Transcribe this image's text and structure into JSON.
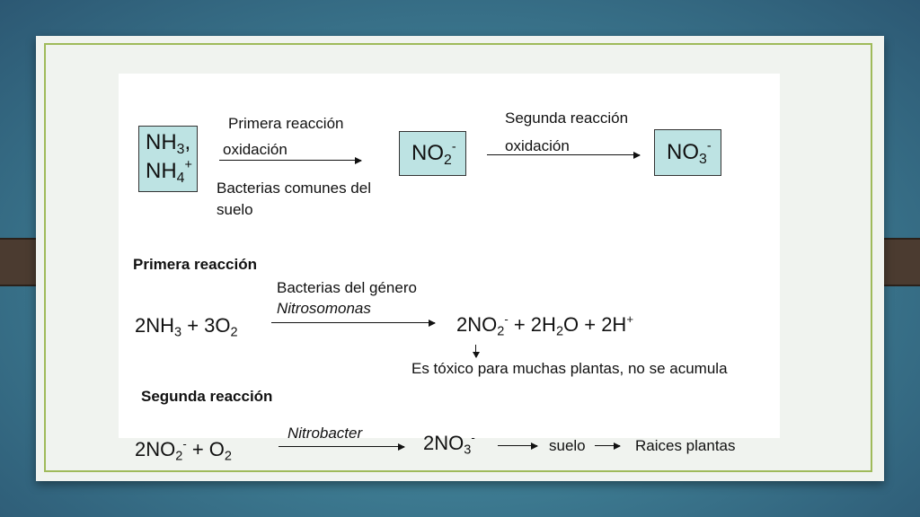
{
  "top_row": {
    "box1": {
      "line1_base": "NH",
      "line1_sub": "3",
      "line1_suffix": ",",
      "line2_base": "NH",
      "line2_sub": "4",
      "line2_sup": "+"
    },
    "step1": {
      "title": "Primera reacción",
      "label": "oxidación",
      "note_line1": "Bacterias comunes del",
      "note_line2": "suelo"
    },
    "box2": {
      "base": "NO",
      "sub": "2",
      "sup": "-"
    },
    "step2": {
      "title": "Segunda reacción",
      "label": "oxidación"
    },
    "box3": {
      "base": "NO",
      "sub": "3",
      "sup": "-"
    }
  },
  "reaction1": {
    "heading": "Primera reacción",
    "agent_line1": "Bacterias del género",
    "agent_line2": "Nitrosomonas",
    "lhs": {
      "c1": "2NH",
      "s1": "3",
      "plus": " + 3O",
      "s2": "2"
    },
    "rhs": {
      "c1": "2NO",
      "s1": "2",
      "p1": "-",
      "c2": " + 2H",
      "s2": "2",
      "c3": "O + 2H",
      "p2": "+"
    },
    "note": "Es tóxico para muchas plantas, no se acumula"
  },
  "reaction2": {
    "heading": "Segunda reacción",
    "agent": "Nitrobacter",
    "lhs": {
      "c1": "2NO",
      "s1": "2",
      "p1": "-",
      "c2": " + O",
      "s2": "2"
    },
    "rhs": {
      "c1": "2NO",
      "s1": "3",
      "p1": "-"
    },
    "step1": "suelo",
    "step2": "Raices plantas"
  },
  "colors": {
    "box_fill": "#bde3e3",
    "frame": "#9fba5a",
    "tab": "#4b3b30"
  }
}
